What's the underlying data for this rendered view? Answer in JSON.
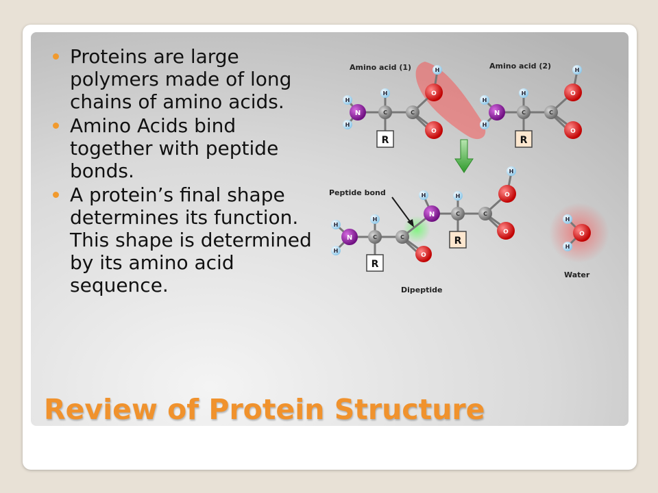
{
  "bullets": [
    {
      "text": "Proteins are large polymers made of long chains of amino acids."
    },
    {
      "text": "Amino Acids bind together with peptide bonds."
    },
    {
      "text": "A protein’s final shape determines its function. This shape is determined by its amino acid sequence."
    }
  ],
  "title": "Review of Protein Structure",
  "diagram": {
    "label_aa1": "Amino acid (1)",
    "label_aa2": "Amino acid (2)",
    "label_peptide_bond": "Peptide bond",
    "label_dipeptide": "Dipeptide",
    "label_water": "Water",
    "atom_h": "H",
    "atom_n": "N",
    "atom_c": "C",
    "atom_o": "O",
    "group_r": "R"
  },
  "colors": {
    "accent": "#f0922d",
    "nitrogen": "#8e1e9e",
    "oxygen": "#d40000",
    "carbon": "#8a8a8a",
    "hydrogen": "#bfe3f7",
    "arrow": "#3aa335"
  }
}
